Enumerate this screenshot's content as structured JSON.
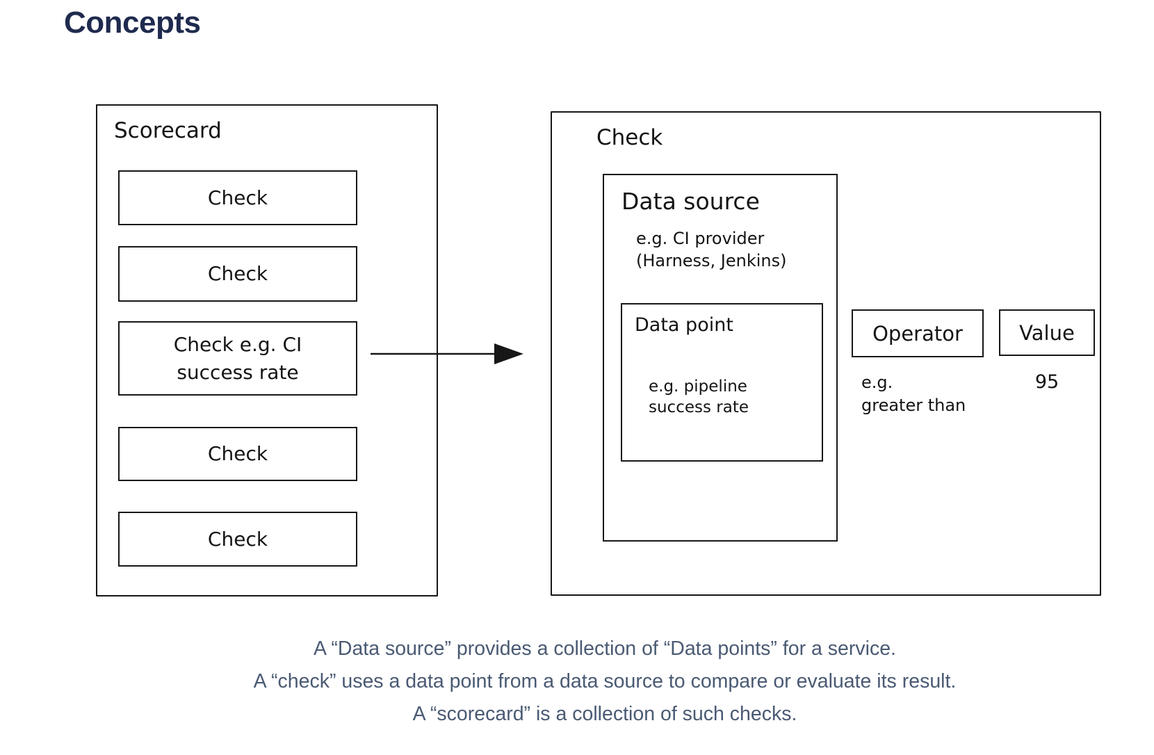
{
  "page": {
    "title": "Concepts"
  },
  "scorecard": {
    "label": "Scorecard",
    "checks": [
      "Check",
      "Check",
      "Check e.g. CI\nsuccess rate",
      "Check",
      "Check"
    ]
  },
  "check_detail": {
    "label": "Check",
    "data_source": {
      "label": "Data source",
      "example": "e.g. CI provider\n(Harness, Jenkins)",
      "data_point": {
        "label": "Data point",
        "example": "e.g. pipeline\nsuccess rate"
      }
    },
    "operator": {
      "label": "Operator",
      "example": "e.g.\ngreater than"
    },
    "value": {
      "label": "Value",
      "example": "95"
    }
  },
  "notes": {
    "line1": "A “Data source” provides a collection of “Data points” for a service.",
    "line2": "A “check” uses a data point from a data source to compare or evaluate its result.",
    "line3": "A “scorecard” is a collection of such checks."
  },
  "colors": {
    "title_text": "#1f2b4e",
    "diagram_stroke": "#171717",
    "note_text": "#4a5a73",
    "background": "#ffffff"
  }
}
